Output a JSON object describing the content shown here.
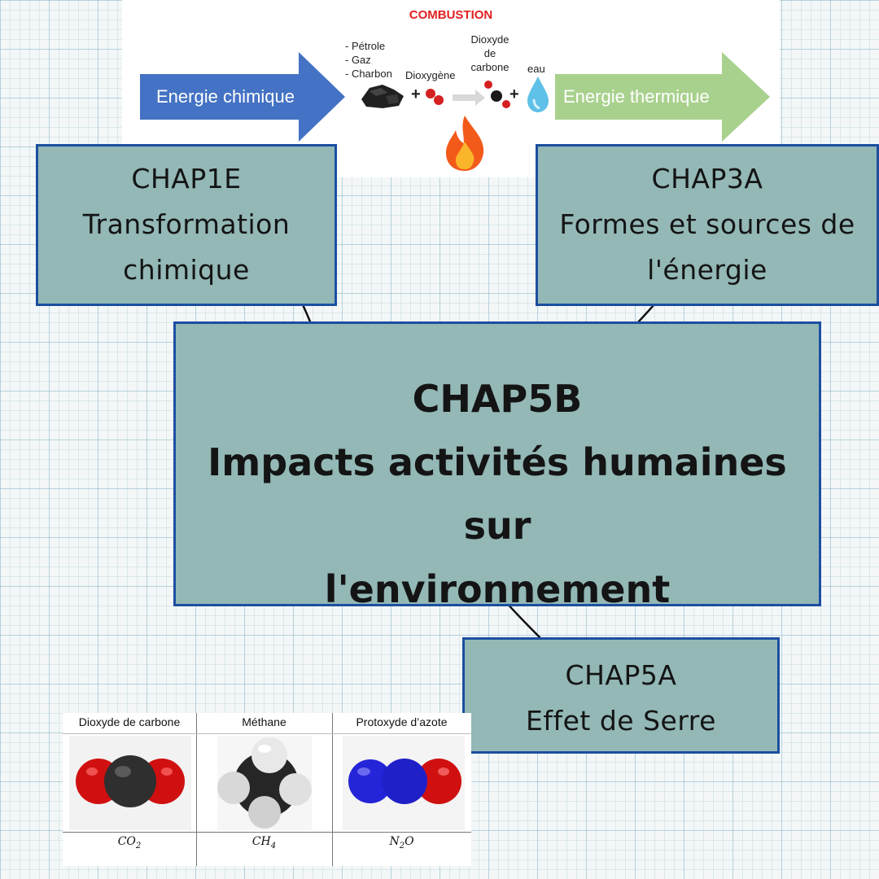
{
  "combustion": {
    "title": "COMBUSTION",
    "left_arrow_label": "Energie chimique",
    "right_arrow_label": "Energie thermique",
    "fuels": [
      "- Pétrole",
      "- Gaz",
      "- Charbon"
    ],
    "oxygen_label": "Dioxygène",
    "co2_label": [
      "Dioxyde",
      "de",
      "carbone"
    ],
    "water_label": "eau",
    "plus": "+",
    "colors": {
      "left_arrow": "#4472c4",
      "right_arrow": "#a9d18e",
      "title": "#e02020"
    }
  },
  "boxes": {
    "chap1e": {
      "code": "CHAP1E",
      "name": [
        "Transformation",
        "chimique"
      ]
    },
    "chap3a": {
      "code": "CHAP3A",
      "name": [
        "Formes et sources de",
        "l'énergie"
      ]
    },
    "chap5b": {
      "code": "CHAP5B",
      "name": [
        "Impacts activités humaines sur",
        "l'environnement"
      ]
    },
    "chap5a": {
      "code": "CHAP5A",
      "name": [
        "Effet de Serre"
      ]
    }
  },
  "molecules": [
    {
      "name": "Dioxyde de carbone",
      "formula": "CO",
      "sub": "2"
    },
    {
      "name": "Méthane",
      "formula": "CH",
      "sub": "4"
    },
    {
      "name": "Protoxyde d’azote",
      "formula": "N",
      "sub": "2",
      "suffix": "O"
    }
  ],
  "colors": {
    "box_fill": "#93b8b6",
    "box_border": "#1b4fa0"
  }
}
